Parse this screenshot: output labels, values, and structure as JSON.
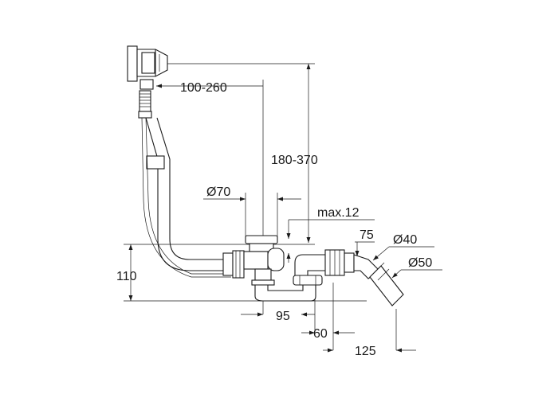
{
  "dimensions": {
    "d_100_260": "100-260",
    "d_180_370": "180-370",
    "d_dia70": "Ø70",
    "d_max12": "max.12",
    "d_75": "75",
    "d_dia40": "Ø40",
    "d_dia50": "Ø50",
    "d_110": "110",
    "d_95": "95",
    "d_60": "60",
    "d_125": "125"
  }
}
